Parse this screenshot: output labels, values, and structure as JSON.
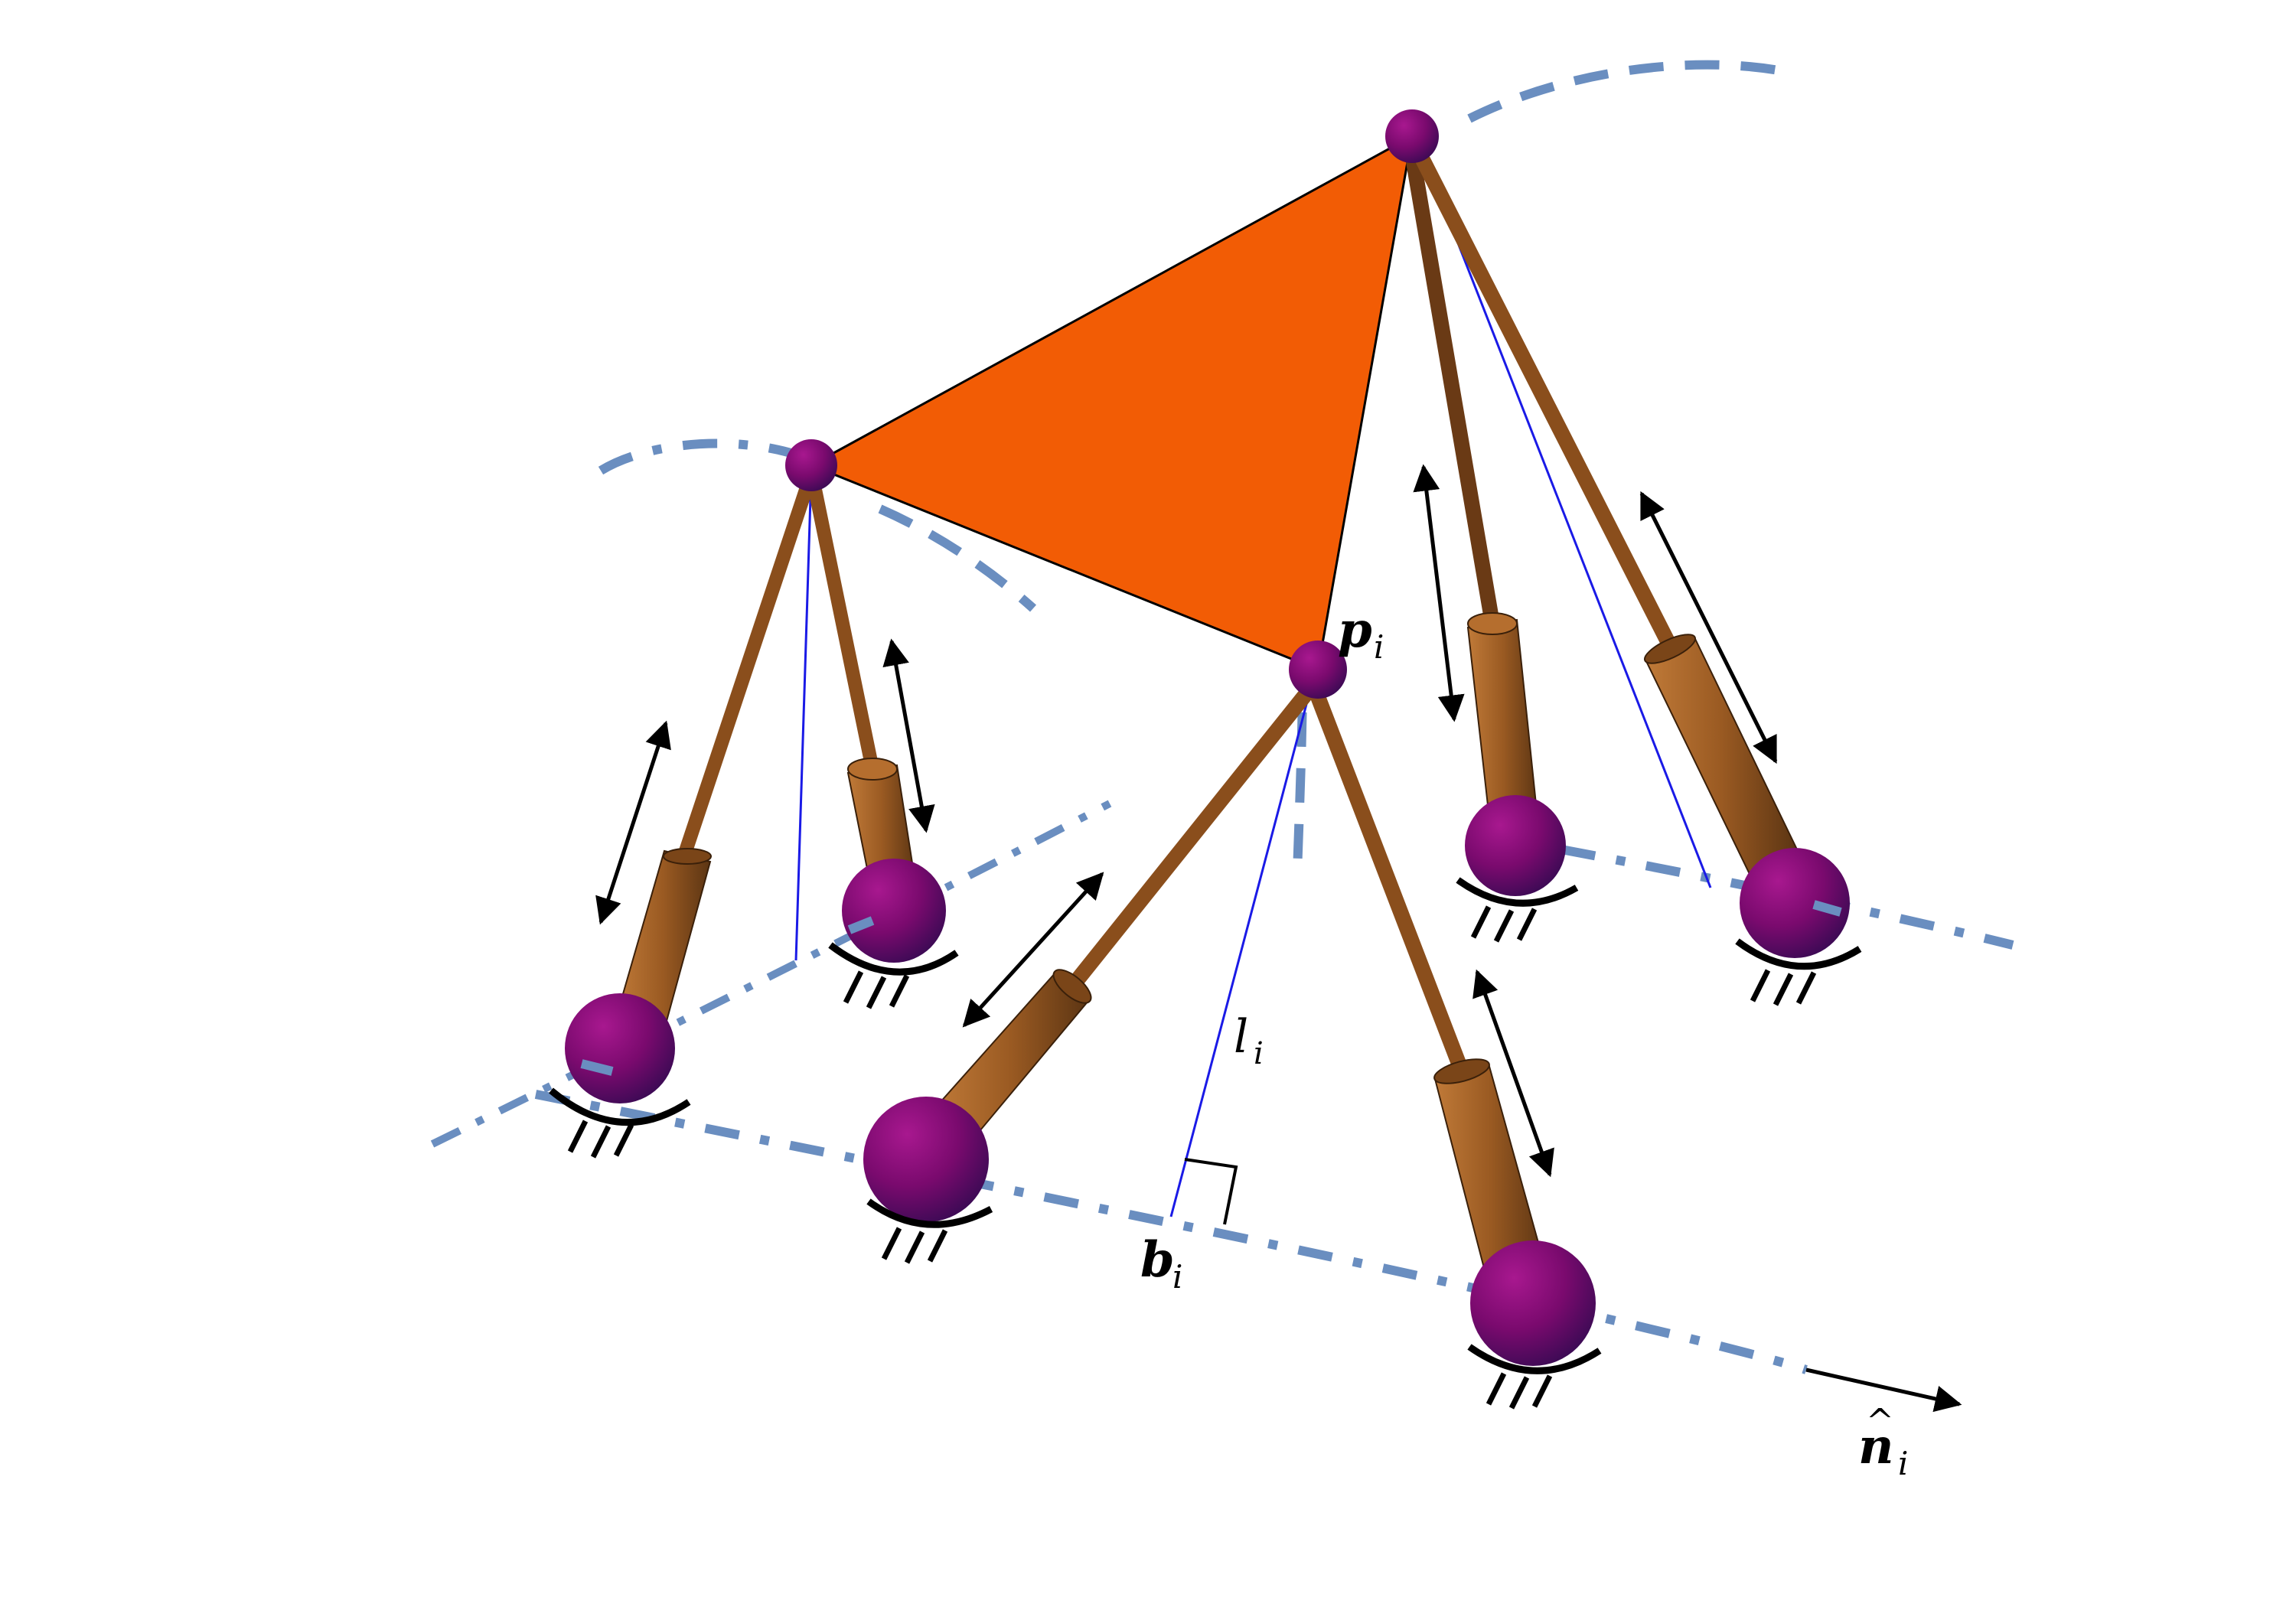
{
  "figure": {
    "labels": {
      "platform_point": {
        "main": "p",
        "sub": "i"
      },
      "leg_length": {
        "main": "l",
        "sub": "i"
      },
      "base_point": {
        "main": "b",
        "sub": "i"
      },
      "normal_vector": {
        "main": "n",
        "sub": "i",
        "accent": "^"
      }
    },
    "colors": {
      "platform": "#F25C05",
      "joint": "#7A0A6E",
      "joint_dark": "#3D0A55",
      "leg": "#A8652A",
      "leg_dark": "#5C3513",
      "rail": "#6A8EC0",
      "guide_line": "#1A1AE6",
      "arrow": "#000000"
    }
  }
}
